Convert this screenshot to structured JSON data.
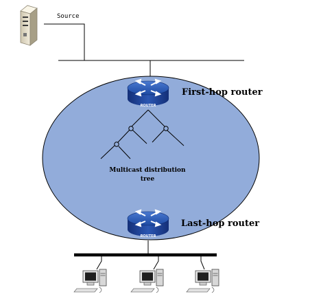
{
  "labels": {
    "source": "Source",
    "first_hop": "First-hop router",
    "last_hop": "Last-hop router",
    "tree_line1": "Multicast distribution",
    "tree_line2": "tree",
    "router_badge": "ROUTER"
  },
  "icons": {
    "server": "server-icon",
    "router": "router-icon",
    "host": "workstation-icon"
  },
  "colors": {
    "cloud_fill": "#92acda",
    "router_blue": "#1a3f9a",
    "line": "#000000"
  }
}
